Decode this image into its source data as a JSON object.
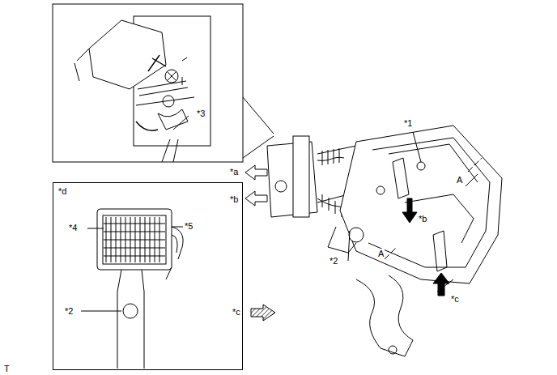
{
  "diagram": {
    "nodes": [
      {
        "text": [
          "*d"
        ]
      }
    ],
    "labels": [
      "*3",
      "*1",
      "*a",
      "*b",
      "*b",
      "*2",
      "A",
      "A",
      "*c",
      "*c",
      "*4",
      "*5",
      "*2",
      "T"
    ]
  }
}
